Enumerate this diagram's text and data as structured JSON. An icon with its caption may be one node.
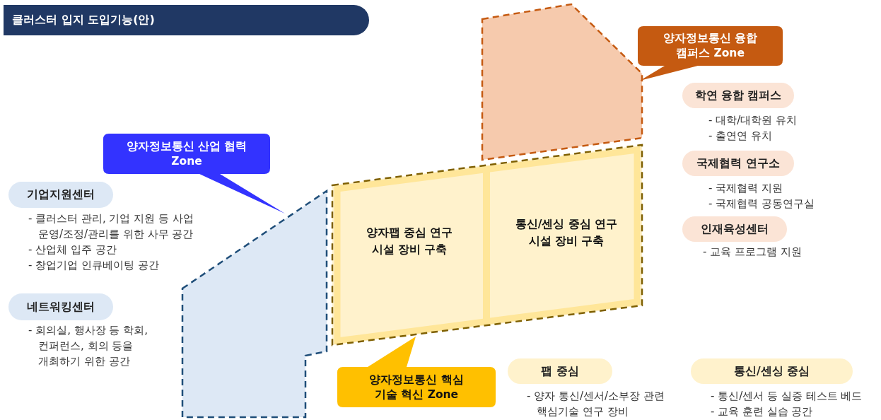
{
  "diagram": {
    "title": "클러스터 입지 도입기능(안)",
    "nodes": [
      {
        "text": [],
        "shape": "polygon"
      },
      {
        "text": [],
        "shape": "polygon"
      },
      {
        "text": [],
        "shape": "polygon"
      },
      {
        "text": [
          "양자팹 중심 연구 시설 장비 구축"
        ],
        "in": 2
      },
      {
        "text": [
          "통신/센싱 중심 연구 시설 장비 구축"
        ],
        "in": 2
      },
      {
        "text": [
          "양자정보통신 산업 협력 Zone"
        ]
      },
      {
        "text": [
          "양자정보통신 융합 캠퍼스 Zone"
        ]
      },
      {
        "text": [
          "양자정보통신 핵심 기술 혁신 Zone"
        ]
      },
      {
        "text": [
          "기업지원센터"
        ],
        "beside": [
          "- 클러스터 관리, 기업 지원 등 사업 운영/조정/관리를 위한 사무 공간",
          "- 산업체 입주 공간",
          "- 창업기업 인큐베이팅 공간"
        ]
      },
      {
        "text": [
          "네트워킹센터"
        ],
        "beside": [
          "- 회의실, 행사장 등 학회, 컨퍼런스, 회의 등을 개최하기 위한 공간"
        ]
      },
      {
        "text": [
          "학연 융합 캠퍼스"
        ],
        "beside": [
          "- 대학/대학원 유치",
          "- 출연연 유치"
        ]
      },
      {
        "text": [
          "국제협력 연구소"
        ],
        "beside": [
          "- 국제협력 지원",
          "- 국제협력 공동연구실"
        ]
      },
      {
        "text": [
          "인재육성센터"
        ],
        "beside": [
          "- 교육 프로그램 지원"
        ]
      },
      {
        "text": [
          "팹 중심"
        ],
        "beside": [
          "- 양자 통신/센서/소부장 관련 핵심기술 연구 장비"
        ]
      },
      {
        "text": [
          "통신/센싱 중심"
        ],
        "beside": [
          "- 통신/센서 등 실증 테스트 베드",
          "- 교육 훈련 실습 공간"
        ]
      }
    ]
  }
}
